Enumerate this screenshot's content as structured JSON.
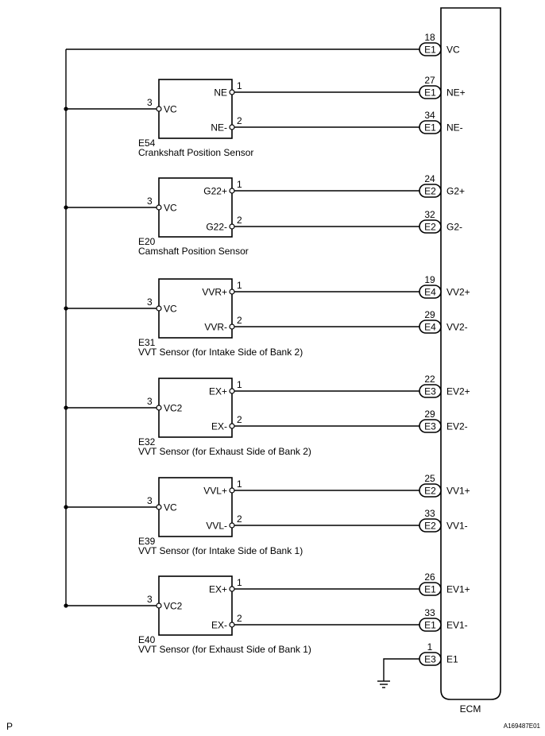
{
  "ecm": {
    "label": "ECM",
    "pins": [
      {
        "num": "18",
        "conn": "E1",
        "signal": "VC"
      },
      {
        "num": "27",
        "conn": "E1",
        "signal": "NE+"
      },
      {
        "num": "34",
        "conn": "E1",
        "signal": "NE-"
      },
      {
        "num": "24",
        "conn": "E2",
        "signal": "G2+"
      },
      {
        "num": "32",
        "conn": "E2",
        "signal": "G2-"
      },
      {
        "num": "19",
        "conn": "E4",
        "signal": "VV2+"
      },
      {
        "num": "29",
        "conn": "E4",
        "signal": "VV2-"
      },
      {
        "num": "22",
        "conn": "E3",
        "signal": "EV2+"
      },
      {
        "num": "29",
        "conn": "E3",
        "signal": "EV2-"
      },
      {
        "num": "25",
        "conn": "E2",
        "signal": "VV1+"
      },
      {
        "num": "33",
        "conn": "E2",
        "signal": "VV1-"
      },
      {
        "num": "26",
        "conn": "E1",
        "signal": "EV1+"
      },
      {
        "num": "33",
        "conn": "E1",
        "signal": "EV1-"
      },
      {
        "num": "1",
        "conn": "E3",
        "signal": "E1"
      }
    ]
  },
  "sensors": [
    {
      "code": "E54",
      "name": "Crankshaft Position Sensor",
      "supply_pin": "3",
      "supply_label": "VC",
      "pos_pin": "1",
      "pos_label": "NE",
      "neg_pin": "2",
      "neg_label": "NE-"
    },
    {
      "code": "E20",
      "name": "Camshaft Position Sensor",
      "supply_pin": "3",
      "supply_label": "VC",
      "pos_pin": "1",
      "pos_label": "G22+",
      "neg_pin": "2",
      "neg_label": "G22-"
    },
    {
      "code": "E31",
      "name": "VVT Sensor (for Intake Side of Bank 2)",
      "supply_pin": "3",
      "supply_label": "VC",
      "pos_pin": "1",
      "pos_label": "VVR+",
      "neg_pin": "2",
      "neg_label": "VVR-"
    },
    {
      "code": "E32",
      "name": "VVT Sensor (for Exhaust Side of Bank 2)",
      "supply_pin": "3",
      "supply_label": "VC2",
      "pos_pin": "1",
      "pos_label": "EX+",
      "neg_pin": "2",
      "neg_label": "EX-"
    },
    {
      "code": "E39",
      "name": "VVT Sensor (for Intake Side of Bank 1)",
      "supply_pin": "3",
      "supply_label": "VC",
      "pos_pin": "1",
      "pos_label": "VVL+",
      "neg_pin": "2",
      "neg_label": "VVL-"
    },
    {
      "code": "E40",
      "name": "VVT Sensor (for Exhaust Side of Bank 1)",
      "supply_pin": "3",
      "supply_label": "VC2",
      "pos_pin": "1",
      "pos_label": "EX+",
      "neg_pin": "2",
      "neg_label": "EX-"
    }
  ],
  "footer": {
    "left": "P",
    "right": "A169487E01"
  }
}
